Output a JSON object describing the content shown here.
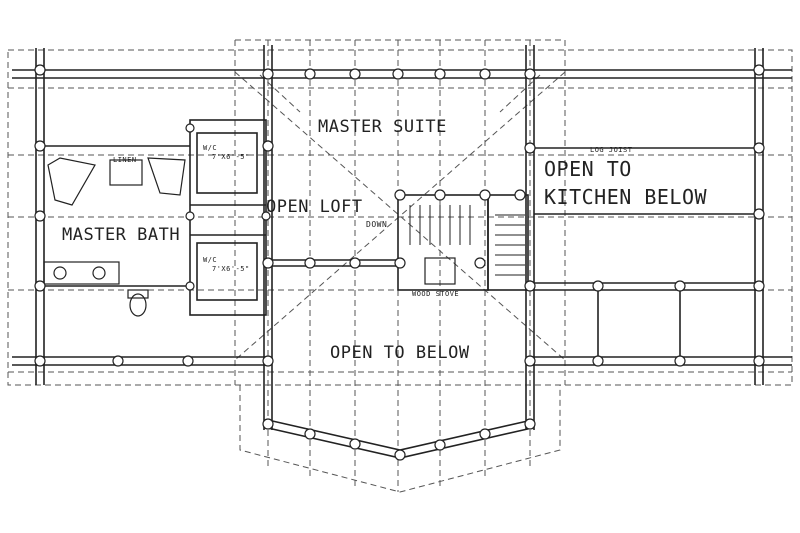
{
  "labels": {
    "master_suite": "MASTER SUITE",
    "open_to_kitchen_line1": "OPEN TO",
    "open_to_kitchen_line2": "KITCHEN BELOW",
    "log_joist": "LOG JOIST",
    "open_loft": "OPEN LOFT",
    "down": "DOWN",
    "master_bath": "MASTER BATH",
    "linen": "LINEN",
    "wic_upper": "W/C",
    "wic_upper_size": "7'X6'-5\"",
    "wic_lower": "W/C",
    "wic_lower_size": "7'X6'-5\"",
    "wood_stove": "WOOD STOVE",
    "open_to_below": "OPEN TO BELOW"
  },
  "colors": {
    "line": "#222222",
    "dashed": "#555555",
    "background": "#ffffff"
  }
}
